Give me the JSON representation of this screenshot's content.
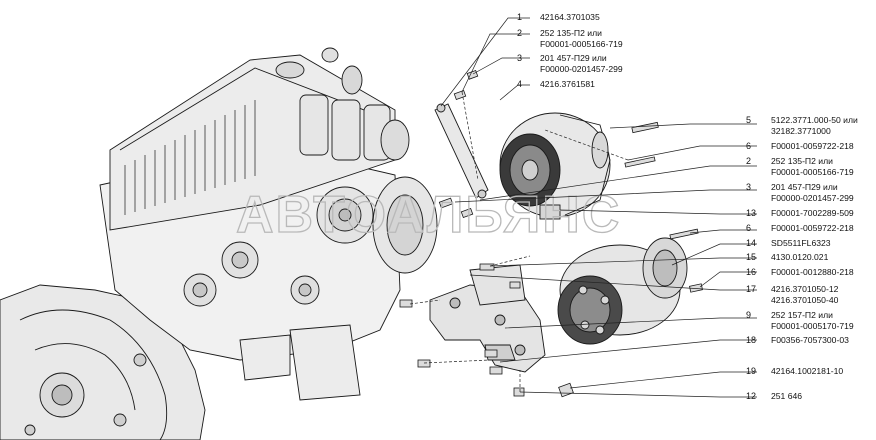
{
  "watermark": "АВТОАЛЬЯНС",
  "callouts_top": [
    {
      "num": "1",
      "lines": [
        "42164.3701035"
      ]
    },
    {
      "num": "2",
      "lines": [
        "252 135-П2 или",
        "F00001-0005166-719"
      ]
    },
    {
      "num": "3",
      "lines": [
        "201 457-П29 или",
        "F00000-0201457-299"
      ]
    },
    {
      "num": "4",
      "lines": [
        "4216.3761581"
      ]
    }
  ],
  "callouts_right": [
    {
      "num": "5",
      "lines": [
        "5122.3771.000-50 или",
        "32182.3771000"
      ]
    },
    {
      "num": "6",
      "lines": [
        "F00001-0059722-218"
      ]
    },
    {
      "num": "2",
      "lines": [
        "252 135-П2 или",
        "F00001-0005166-719"
      ]
    },
    {
      "num": "3",
      "lines": [
        "201 457-П29 или",
        "F00000-0201457-299"
      ]
    },
    {
      "num": "13",
      "lines": [
        "F00001-7002289-509"
      ]
    },
    {
      "num": "6",
      "lines": [
        "F00001-0059722-218"
      ]
    },
    {
      "num": "14",
      "lines": [
        "SD5511FL6323"
      ]
    },
    {
      "num": "15",
      "lines": [
        "4130.0120.021"
      ]
    },
    {
      "num": "16",
      "lines": [
        "F00001-0012880-218"
      ]
    },
    {
      "num": "17",
      "lines": [
        "4216.3701050-12",
        "4216.3701050-40"
      ]
    },
    {
      "num": "9",
      "lines": [
        "252 157-П2 или",
        "F00001-0005170-719"
      ]
    },
    {
      "num": "18",
      "lines": [
        "F00356-7057300-03"
      ]
    },
    {
      "num": "19",
      "lines": [
        "42164.1002181-10"
      ]
    },
    {
      "num": "12",
      "lines": [
        "251 646"
      ]
    }
  ]
}
